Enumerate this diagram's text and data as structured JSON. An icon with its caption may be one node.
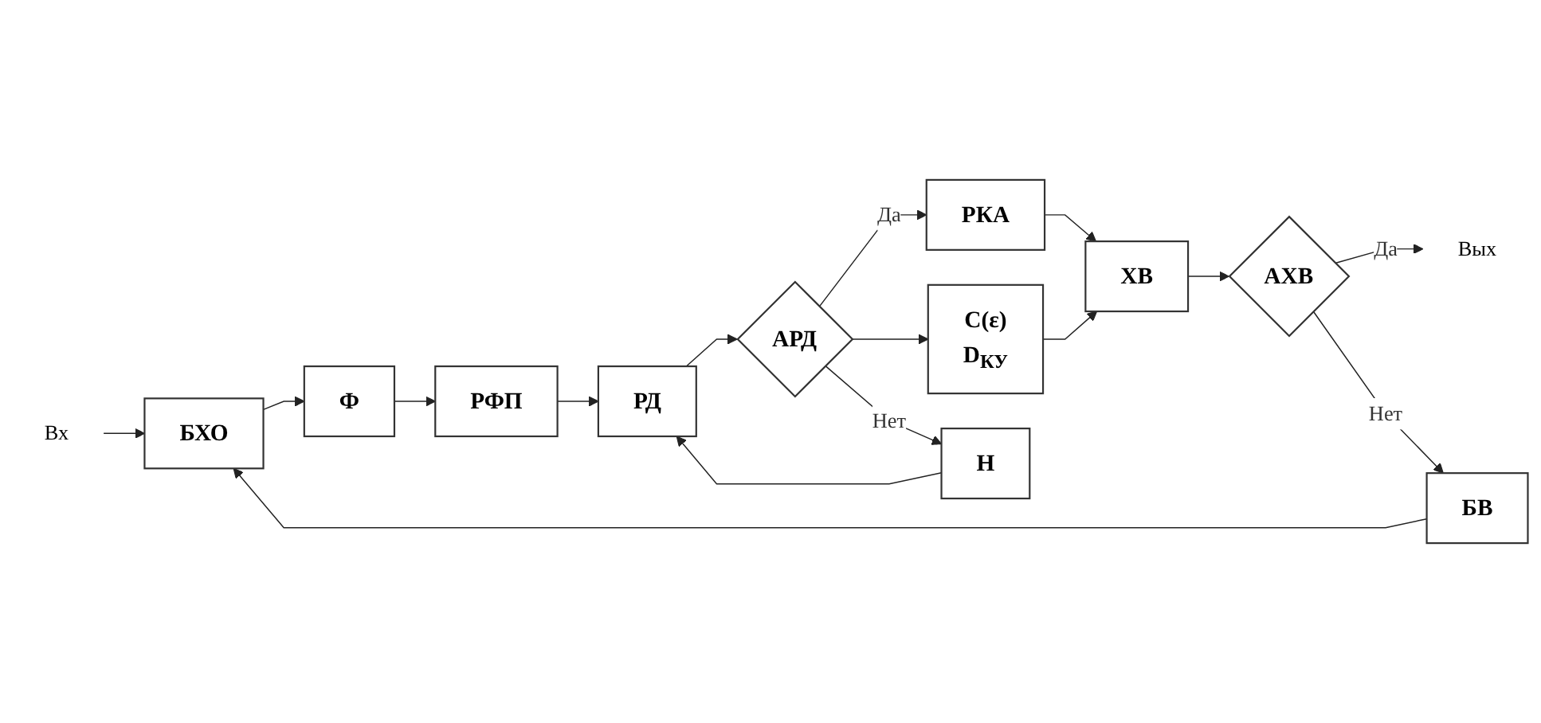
{
  "diagram": {
    "nodes": [
      {
        "text": [
          "Вх"
        ]
      },
      {
        "text": [
          "БХО"
        ]
      },
      {
        "text": [
          "Ф"
        ]
      },
      {
        "text": [
          "РФП"
        ]
      },
      {
        "text": [
          "РД"
        ]
      },
      {
        "text": [
          "РКА"
        ]
      },
      {
        "text": [
          "ХВ"
        ]
      },
      {
        "text": [
          "C(ε)",
          "D$_{КУ}$"
        ]
      },
      {
        "text": [
          "АРД"
        ]
      },
      {
        "text": [
          "АХВ"
        ]
      },
      {
        "text": [
          "Вых"
        ]
      },
      {
        "text": [
          "Н"
        ]
      },
      {
        "text": [
          "БВ"
        ]
      }
    ],
    "edges": [
      {
        "from": 0,
        "to": 1,
        "arrow": "to"
      },
      {
        "from": 1,
        "to": 2,
        "arrow": "to"
      },
      {
        "from": 2,
        "to": 3,
        "arrow": "to"
      },
      {
        "from": 3,
        "to": 4,
        "arrow": "to"
      },
      {
        "from": 4,
        "to": 8,
        "arrow": "to"
      },
      {
        "from": 8,
        "to": 5,
        "label": "Да",
        "arrow": "to"
      },
      {
        "from": 8,
        "to": 7,
        "arrow": "to"
      },
      {
        "from": 5,
        "to": 6,
        "arrow": "to"
      },
      {
        "from": 7,
        "to": 6,
        "arrow": "to"
      },
      {
        "from": 6,
        "to": 9,
        "arrow": "to"
      },
      {
        "from": 9,
        "to": 10,
        "label": "Да",
        "arrow": "to"
      },
      {
        "from": 9,
        "to": 12,
        "label": "Нет",
        "arrow": "to"
      },
      {
        "from": 12,
        "to": 1,
        "arrow": "to"
      },
      {
        "from": 8,
        "to": 11,
        "label": "Нет",
        "arrow": "to"
      },
      {
        "from": 11,
        "to": 4,
        "arrow": "to"
      }
    ]
  }
}
